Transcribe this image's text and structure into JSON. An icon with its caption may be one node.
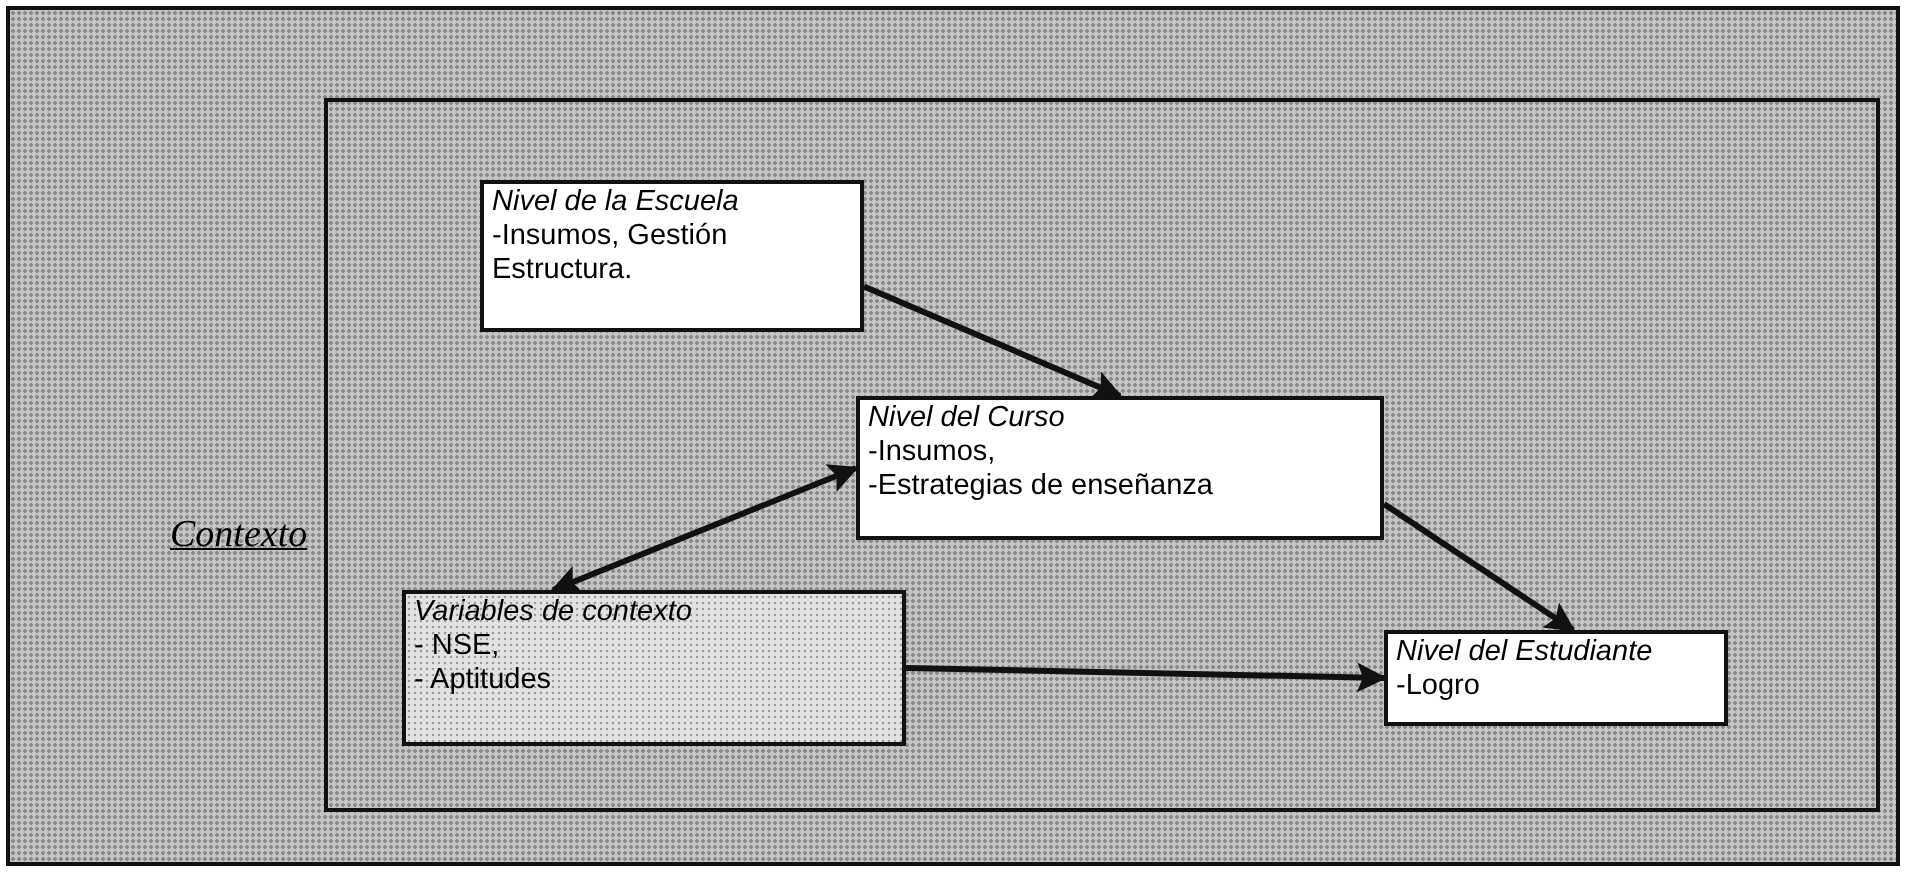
{
  "diagram": {
    "nodes": [
      {
        "text": [
          "Contexto"
        ]
      },
      {
        "text": [],
        "shape": "box",
        "in": 0
      },
      {
        "text": [
          "Nivel de la Escuela",
          "-Insumos, Gestión Estructura."
        ],
        "in": 1
      },
      {
        "text": [
          "Nivel del Curso",
          "-Insumos,",
          "-Estrategias de enseñanza"
        ],
        "in": 1
      },
      {
        "text": [
          "Variables de contexto",
          "- NSE,",
          "- Aptitudes"
        ],
        "in": 1
      },
      {
        "text": [
          "Nivel del Estudiante",
          "-Logro"
        ],
        "in": 1
      }
    ],
    "edges": [
      {
        "from": 2,
        "to": 3,
        "arrow": "to"
      },
      {
        "from": 3,
        "to": 5,
        "arrow": "to"
      },
      {
        "from": 4,
        "to": 3,
        "arrow": "both"
      },
      {
        "from": 4,
        "to": 5,
        "arrow": "to"
      }
    ]
  }
}
